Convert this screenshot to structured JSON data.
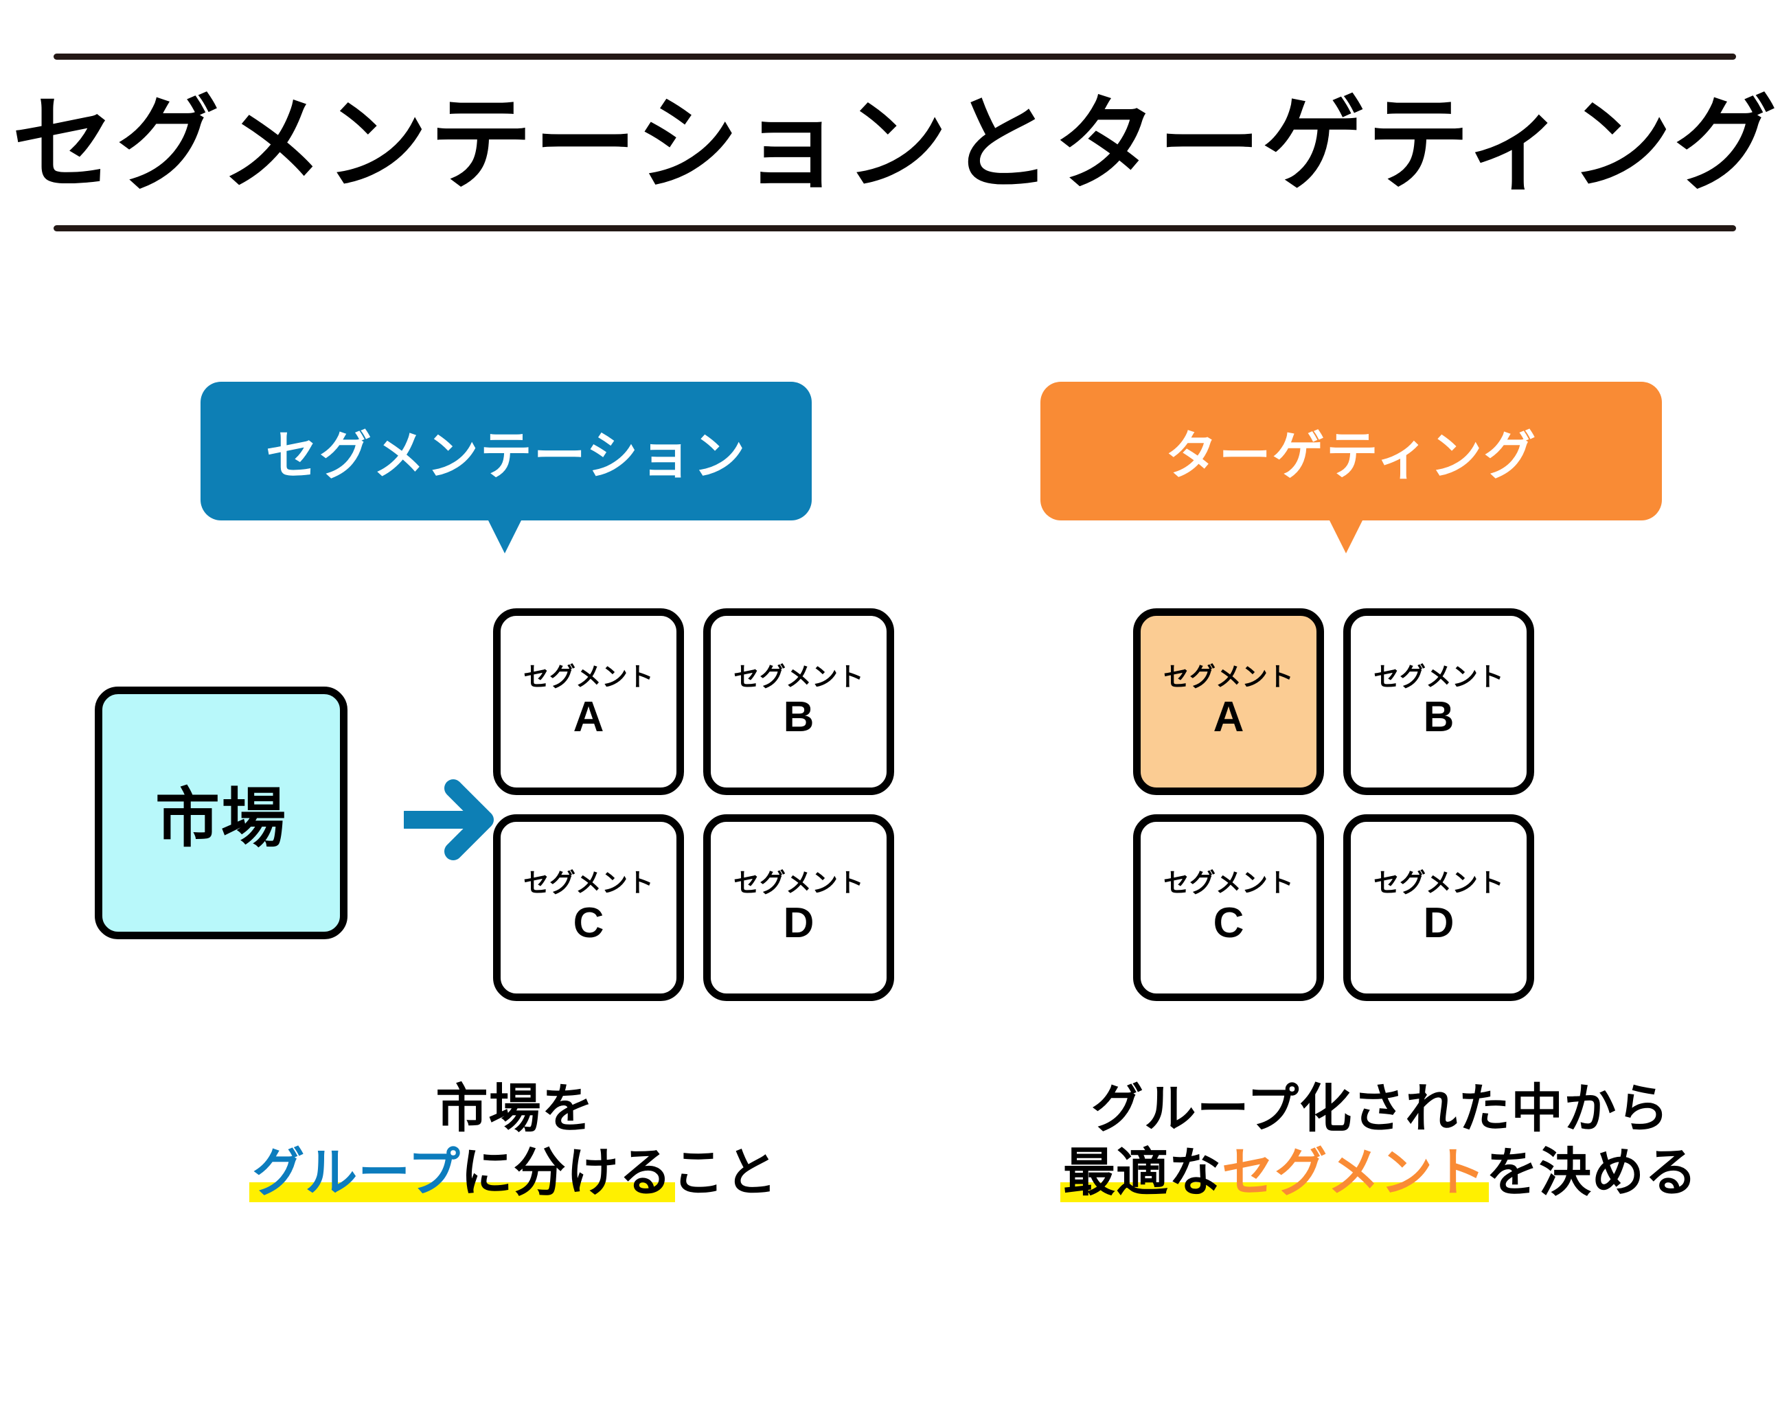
{
  "title": "セグメンテーションとターゲティング",
  "colors": {
    "rule": "#231815",
    "segmentation_blue": "#0d7fb5",
    "targeting_orange": "#f98b35",
    "market_fill": "#b8f8fa",
    "highlight_segment_fill": "#fbcc93",
    "marker_yellow": "#fff000",
    "blue_text": "#0c7cbd",
    "arrow_blue": "#0d7fb5",
    "card_border": "#000000"
  },
  "left_panel": {
    "badge_label": "セグメンテーション",
    "market_label": "市場",
    "arrow": "→",
    "segments": [
      {
        "word": "セグメント",
        "letter": "A",
        "highlighted": false
      },
      {
        "word": "セグメント",
        "letter": "B",
        "highlighted": false
      },
      {
        "word": "セグメント",
        "letter": "C",
        "highlighted": false
      },
      {
        "word": "セグメント",
        "letter": "D",
        "highlighted": false
      }
    ],
    "caption": {
      "line1": "市場を",
      "line2_part1": "グループ",
      "line2_part2": "に分ける",
      "line2_part3": "こと"
    }
  },
  "right_panel": {
    "badge_label": "ターゲティング",
    "segments": [
      {
        "word": "セグメント",
        "letter": "A",
        "highlighted": true
      },
      {
        "word": "セグメント",
        "letter": "B",
        "highlighted": false
      },
      {
        "word": "セグメント",
        "letter": "C",
        "highlighted": false
      },
      {
        "word": "セグメント",
        "letter": "D",
        "highlighted": false
      }
    ],
    "caption": {
      "line1": "グループ化された中から",
      "line2_part1": "最適な",
      "line2_part2": "セグメント",
      "line2_part3": "を決める"
    }
  }
}
